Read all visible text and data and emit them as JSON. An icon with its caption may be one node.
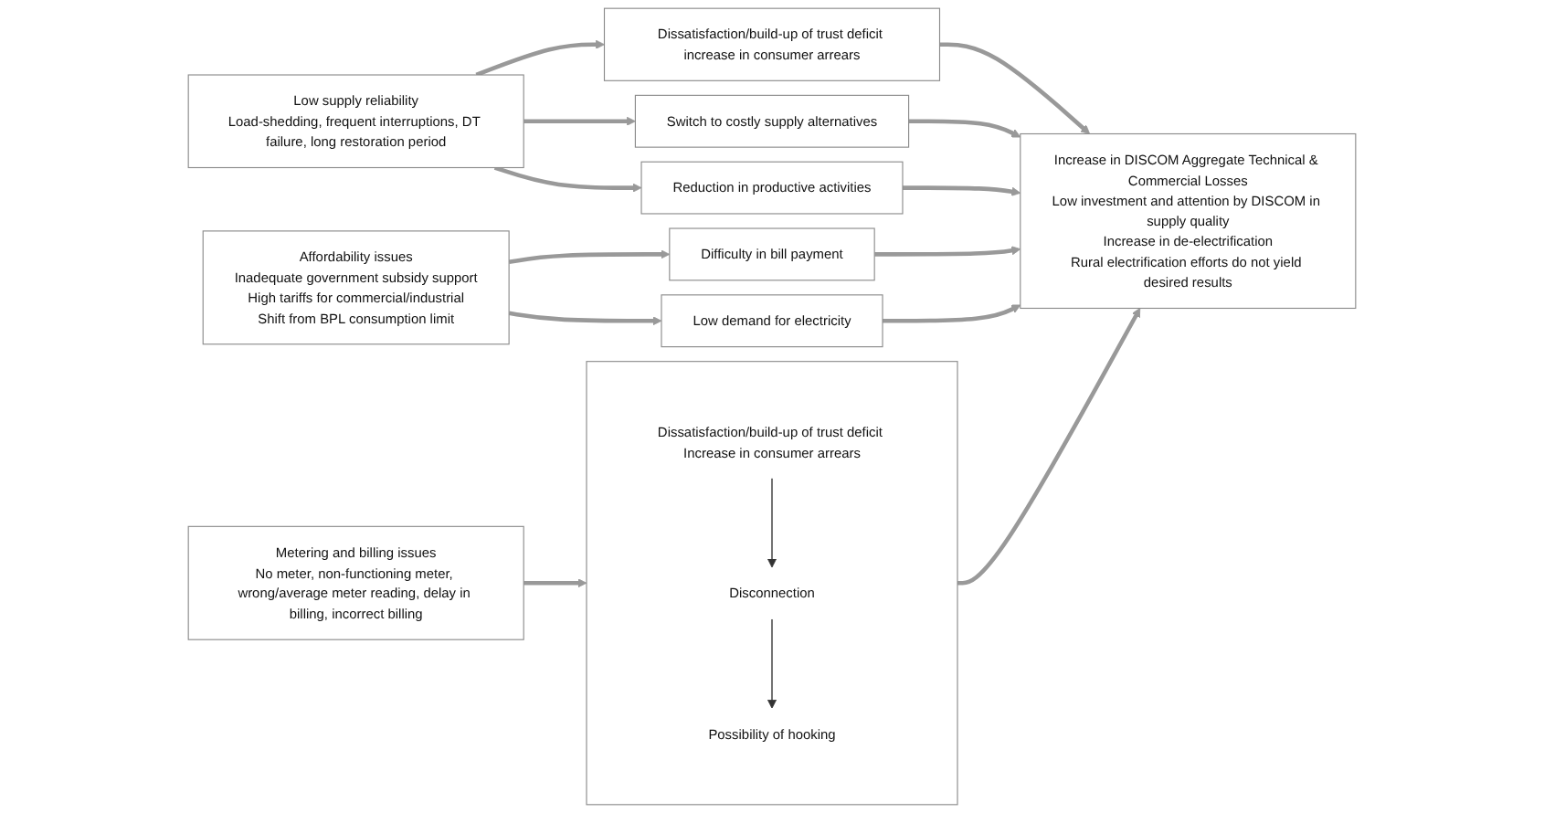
{
  "diagram": {
    "nodes": [
      {
        "text": [
          "Metering and billing issues",
          "No meter, non-functioning meter, wrong/average meter reading, delay in billing, incorrect billing"
        ]
      },
      {
        "text": [
          "Low supply reliability",
          "Load-shedding, frequent interruptions, DT failure, long restoration period"
        ]
      },
      {
        "text": [
          "Affordability issues",
          "Inadequate government subsidy support",
          "High tariffs for commercial/industrial",
          "Shift from BPL consumption limit"
        ]
      },
      {
        "text": [],
        "shape": "box"
      },
      {
        "text": [
          "Dissatisfaction/build-up of trust deficit Increase in consumer arrears"
        ],
        "in": 3
      },
      {
        "text": [
          "Disconnection"
        ],
        "in": 3
      },
      {
        "text": [
          "Possibility of hooking"
        ],
        "in": 3
      },
      {
        "text": [
          "Dissatisfaction/build-up of trust deficit increase in consumer arrears"
        ]
      },
      {
        "text": [
          "Switch to costly supply alternatives"
        ]
      },
      {
        "text": [
          "Reduction in productive activities"
        ]
      },
      {
        "text": [
          "Difficulty in bill payment"
        ]
      },
      {
        "text": [
          "Low demand for electricity"
        ]
      },
      {
        "text": [
          "Increase in DISCOM Aggregate Technical & Commercial Losses",
          "Low investment and attention by DISCOM in supply quality",
          "Increase in de-electrification",
          "Rural electrification efforts do not yield desired results"
        ]
      }
    ],
    "edges": [
      {
        "from": 0,
        "to": 3,
        "arrow": "to"
      },
      {
        "from": 4,
        "to": 5,
        "arrow": "to",
        "color": "#333333"
      },
      {
        "from": 5,
        "to": 6,
        "arrow": "to",
        "color": "#333333"
      },
      {
        "from": 1,
        "to": 7,
        "arrow": "to"
      },
      {
        "from": 1,
        "to": 8,
        "arrow": "to"
      },
      {
        "from": 1,
        "to": 9,
        "arrow": "to"
      },
      {
        "from": 2,
        "to": 10,
        "arrow": "to"
      },
      {
        "from": 2,
        "to": 11,
        "arrow": "to"
      },
      {
        "from": 3,
        "to": 12,
        "arrow": "to"
      },
      {
        "from": 7,
        "to": 12,
        "arrow": "to"
      },
      {
        "from": 8,
        "to": 12,
        "arrow": "to"
      },
      {
        "from": 9,
        "to": 12,
        "arrow": "to"
      },
      {
        "from": 10,
        "to": 12,
        "arrow": "to"
      },
      {
        "from": 11,
        "to": 12,
        "arrow": "to"
      }
    ]
  }
}
